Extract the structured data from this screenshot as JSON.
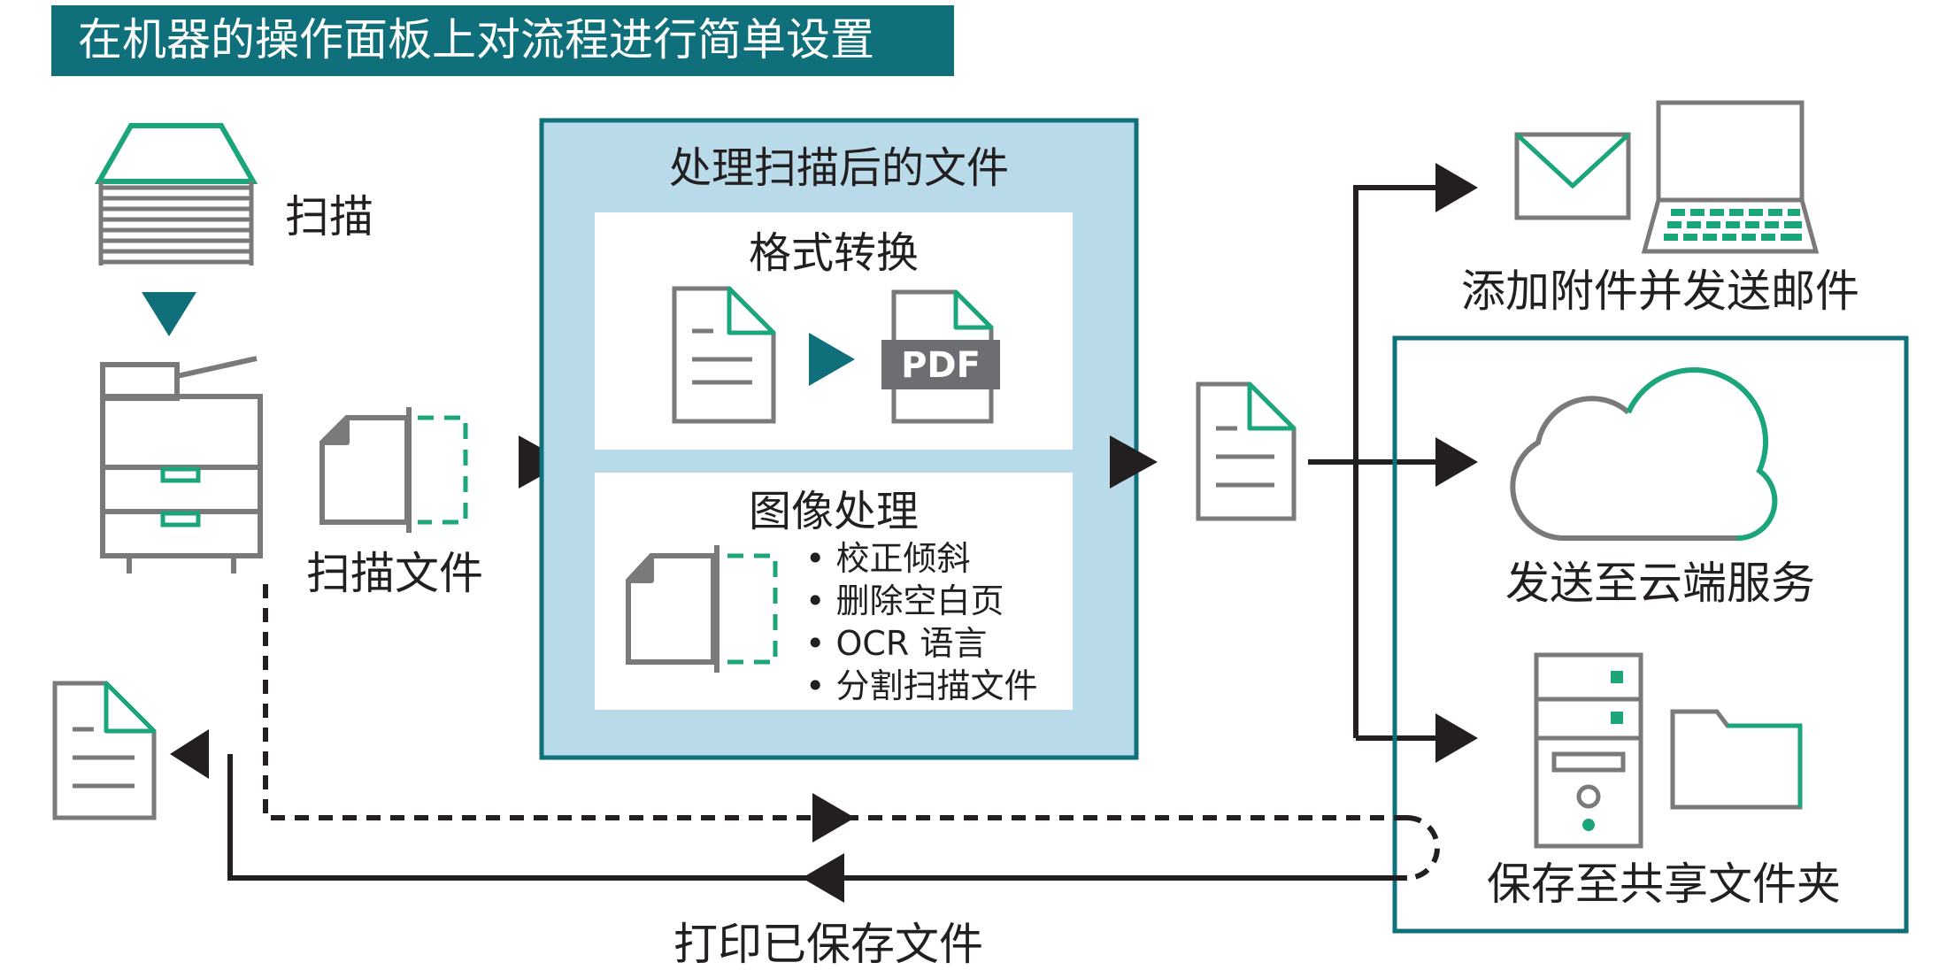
{
  "title": "在机器的操作面板上对流程进行简单设置",
  "scan": {
    "label": "扫描"
  },
  "scanned_file": {
    "label": "扫描文件"
  },
  "process": {
    "title": "处理扫描后的文件",
    "format": {
      "title": "格式转换",
      "pdf_label": "PDF"
    },
    "image": {
      "title": "图像处理",
      "items": [
        "• 校正倾斜",
        "• 删除空白页",
        "• OCR 语言",
        "• 分割扫描文件"
      ]
    }
  },
  "outputs": {
    "email": "添加附件并发送邮件",
    "cloud": "发送至云端服务",
    "folder": "保存至共享文件夹"
  },
  "print": {
    "label": "打印已保存文件"
  },
  "colors": {
    "teal": "#0f6f7a",
    "green": "#1aa57a",
    "light_blue": "#b9dbe9",
    "gray": "#7a7a7a",
    "black": "#231f20"
  }
}
